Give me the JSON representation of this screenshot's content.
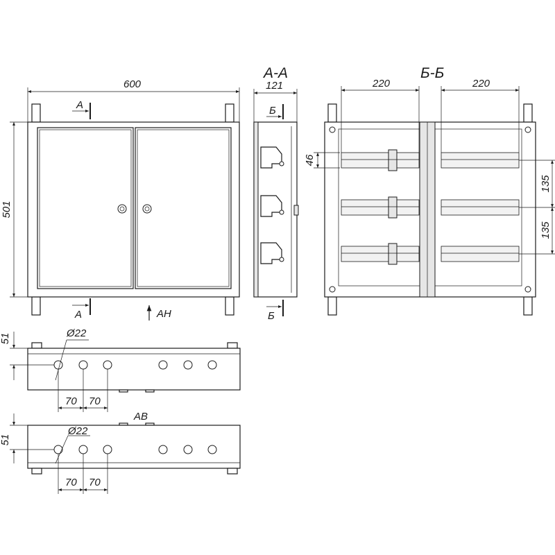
{
  "front_view": {
    "width": "600",
    "height": "501",
    "section_mark_top": "A",
    "section_mark_bottom": "A",
    "arrow_label": "AH"
  },
  "section_aa": {
    "title": "A-A",
    "depth": "121",
    "section_mark_top": "Б",
    "section_mark_bottom": "Б"
  },
  "section_bb": {
    "title": "Б-Б",
    "left_width": "220",
    "right_width": "220",
    "rail_offset": "46",
    "rail_pitch_1": "135",
    "rail_pitch_2": "135"
  },
  "top_view": {
    "diameter": "Ø22",
    "offset": "51",
    "spacing_1": "70",
    "spacing_2": "70"
  },
  "bottom_view": {
    "label": "AB",
    "diameter": "Ø22",
    "offset": "51",
    "spacing_1": "70",
    "spacing_2": "70"
  }
}
